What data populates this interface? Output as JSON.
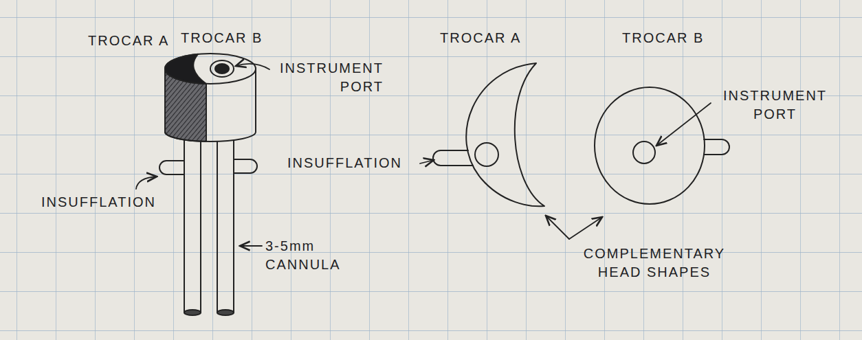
{
  "diagram": {
    "labels": [
      "TROCAR A",
      "TROCAR B",
      "INSTRUMENT PORT",
      "TROCAR A",
      "TROCAR B",
      "INSTRUMENT PORT",
      "INSUFFLATION",
      "INSUFFLATION",
      "3-5mm CANNULA",
      "COMPLEMENTARY HEAD SHAPES"
    ]
  }
}
